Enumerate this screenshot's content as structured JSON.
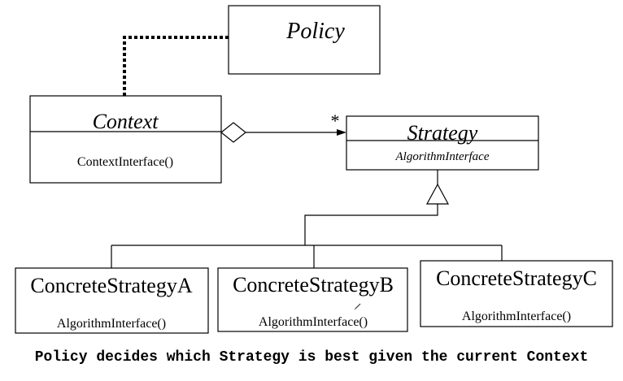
{
  "diagram": {
    "classes": {
      "policy": {
        "name": "Policy"
      },
      "context": {
        "name": "Context",
        "operation": "ContextInterface()"
      },
      "strategy": {
        "name": "Strategy",
        "operation": "AlgorithmInterface"
      },
      "concrete_a": {
        "name": "ConcreteStrategyA",
        "operation": "AlgorithmInterface()"
      },
      "concrete_b": {
        "name": "ConcreteStrategyB",
        "operation": "AlgorithmInterface()"
      },
      "concrete_c": {
        "name": "ConcreteStrategyC",
        "operation": "AlgorithmInterface()"
      }
    },
    "aggregation_multiplicity": "*"
  },
  "caption": {
    "part1": "Policy",
    "part2": " decides which ",
    "part3": "Strategy",
    "part4": " is best given the current ",
    "part5": "Context"
  }
}
